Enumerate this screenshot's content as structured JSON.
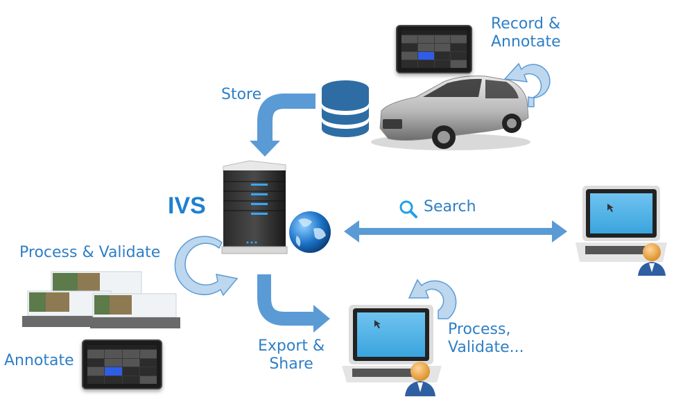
{
  "diagram": {
    "center_label": "IVS",
    "labels": {
      "record_annotate": [
        "Record &",
        "Annotate"
      ],
      "store": "Store",
      "search": "Search",
      "process_validate": "Process & Validate",
      "annotate": "Annotate",
      "export_share": [
        "Export &",
        "Share"
      ],
      "process_validate_client": [
        "Process,",
        "Validate..."
      ]
    },
    "nodes": [
      {
        "id": "vehicle",
        "icon": "car-icon"
      },
      {
        "id": "recording-tablet",
        "icon": "tablet-icon"
      },
      {
        "id": "database",
        "icon": "database-icon"
      },
      {
        "id": "ivs-server",
        "icon": "server-icon"
      },
      {
        "id": "globe",
        "icon": "globe-icon"
      },
      {
        "id": "processing-servers",
        "icon": "rack-server-icon"
      },
      {
        "id": "annotation-tablet",
        "icon": "tablet-icon"
      },
      {
        "id": "client-laptop-export",
        "icon": "laptop-user-icon"
      },
      {
        "id": "client-laptop-search",
        "icon": "laptop-user-icon"
      }
    ],
    "edges": [
      {
        "from": "database",
        "to": "ivs-server",
        "label": "Store",
        "type": "arrow"
      },
      {
        "from": "ivs-server",
        "to": "client-laptop-search",
        "label": "Search",
        "type": "double-arrow"
      },
      {
        "from": "ivs-server",
        "to": "client-laptop-export",
        "label": "Export & Share",
        "type": "arrow"
      },
      {
        "from": "vehicle",
        "to": "vehicle",
        "label": "Record & Annotate",
        "type": "cycle"
      },
      {
        "from": "ivs-server",
        "to": "ivs-server",
        "label": "Process & Validate",
        "type": "cycle"
      },
      {
        "from": "client-laptop-export",
        "to": "client-laptop-export",
        "label": "Process, Validate...",
        "type": "cycle"
      }
    ],
    "colors": {
      "label_blue": "#2e7fc6",
      "arrow_blue": "#5b9bd5",
      "cycle_fill": "#bdd7ee",
      "database_blue": "#2e6da4"
    }
  }
}
